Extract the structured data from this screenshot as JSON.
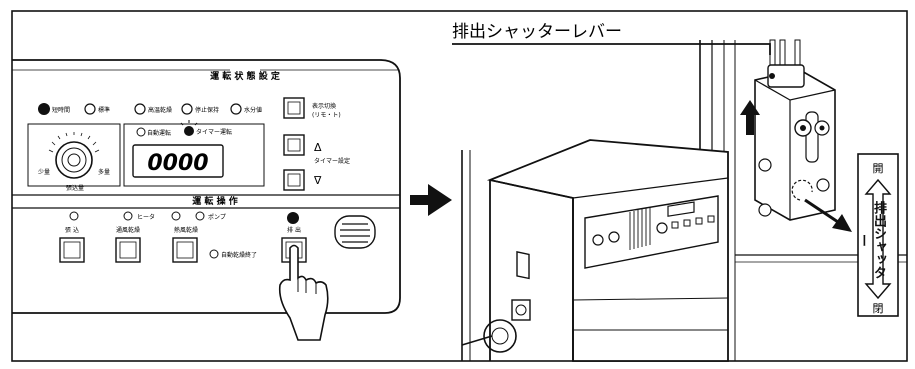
{
  "callout_label": "排出シャッターレバー",
  "shutter_label": {
    "top": "開",
    "middle": "排出シャッター",
    "bottom": "閉"
  },
  "panel": {
    "status_title": "運 転 状 態 設 定",
    "operation_title": "運 転 操 作",
    "timer_display": "0000",
    "mode_lamps": [
      "短時間",
      "標準",
      "高温乾燥",
      "停止保持",
      "水分値"
    ],
    "timer_mode_lamps": [
      "自動運転",
      "タイマー運転"
    ],
    "display_switch_label": [
      "表示切換",
      "(リモ・ト)"
    ],
    "timer_setting_label": "タイマー設定",
    "dial_labels": {
      "min": "少量",
      "max": "多量",
      "name": "張込量"
    },
    "op_lamps": [
      "ヒータ",
      "ポンプ"
    ],
    "op_buttons": [
      "張 込",
      "通風乾燥",
      "熱風乾燥",
      "排 出"
    ],
    "auto_dry_end": "自動乾燥終了"
  }
}
